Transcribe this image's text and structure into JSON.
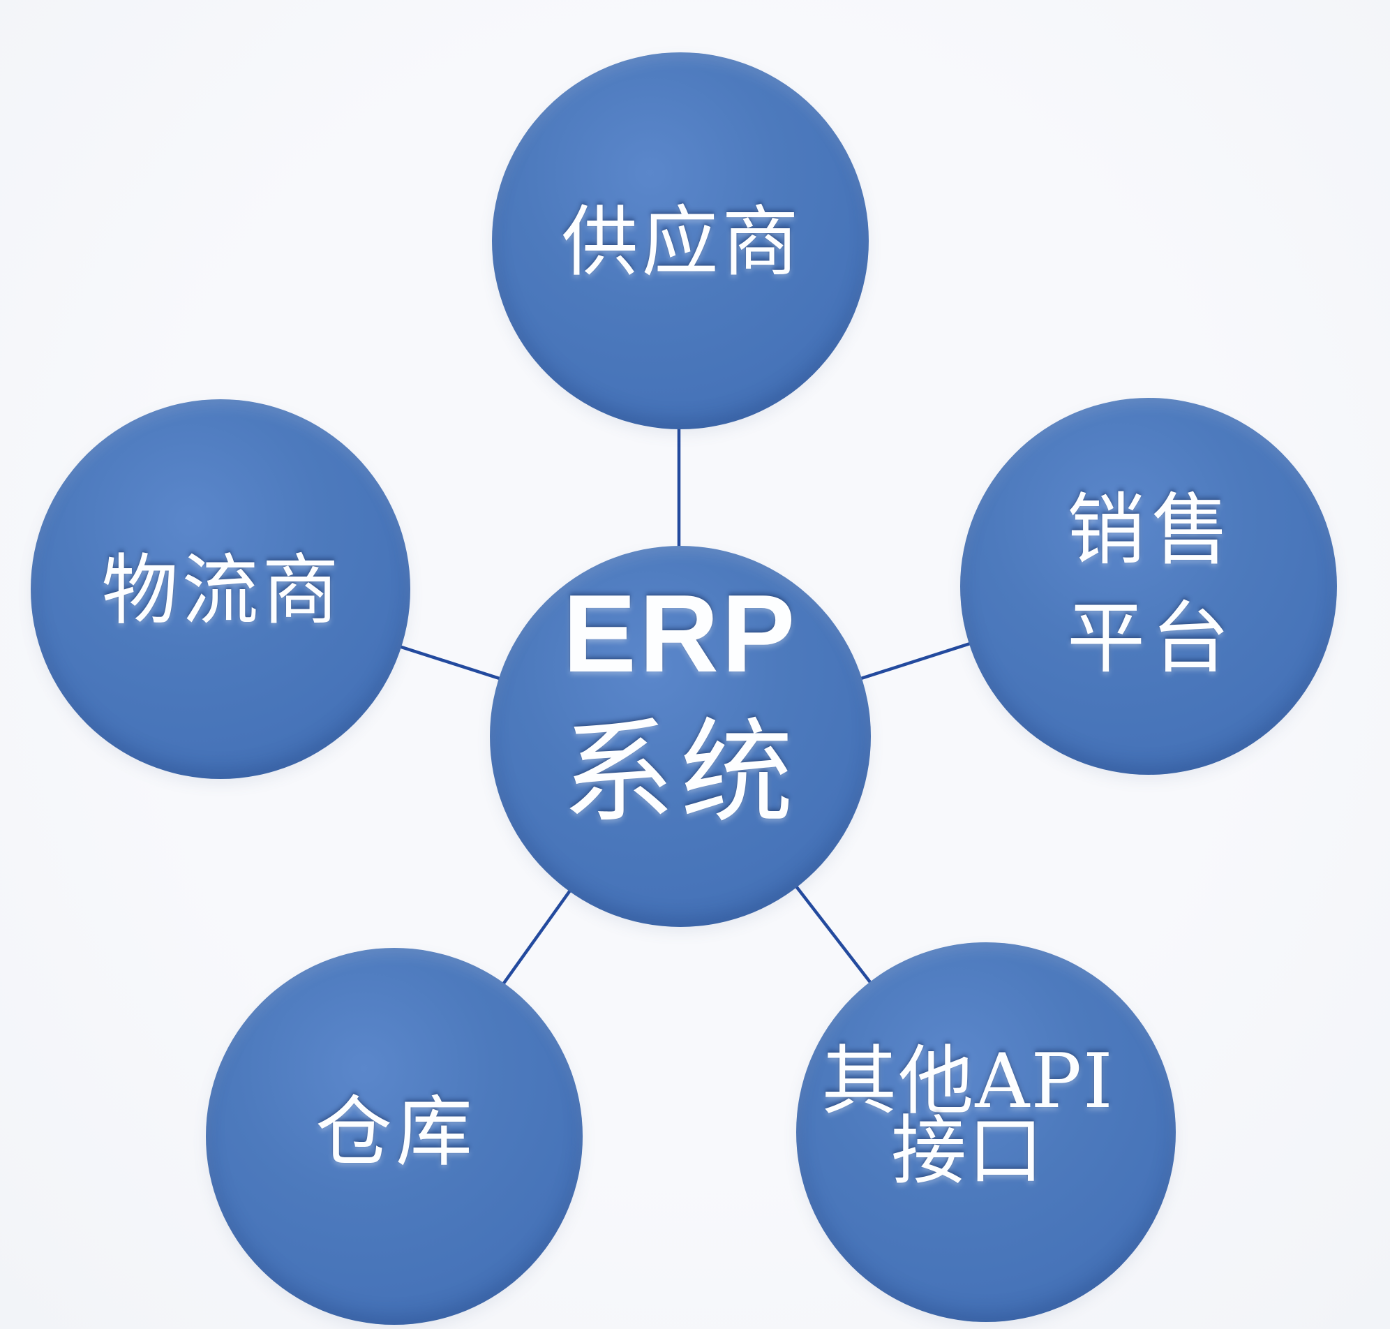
{
  "diagram": {
    "center": {
      "line1": "ERP",
      "line2": "系统"
    },
    "nodes": {
      "supplier": {
        "label": "供应商"
      },
      "sales_platform": {
        "line1": "销售",
        "line2": "平台"
      },
      "logistics_provider": {
        "label": "物流商"
      },
      "warehouse": {
        "label": "仓库"
      },
      "other_api": {
        "line1": "其他API",
        "line2": "接口"
      }
    },
    "colors": {
      "node_fill": "#4774b9",
      "node_fill_light": "#5b87cb",
      "node_fill_dark": "#3c69ad",
      "connector": "#234a9e",
      "text": "#fdfeff",
      "background": "#f6f7fa"
    }
  }
}
